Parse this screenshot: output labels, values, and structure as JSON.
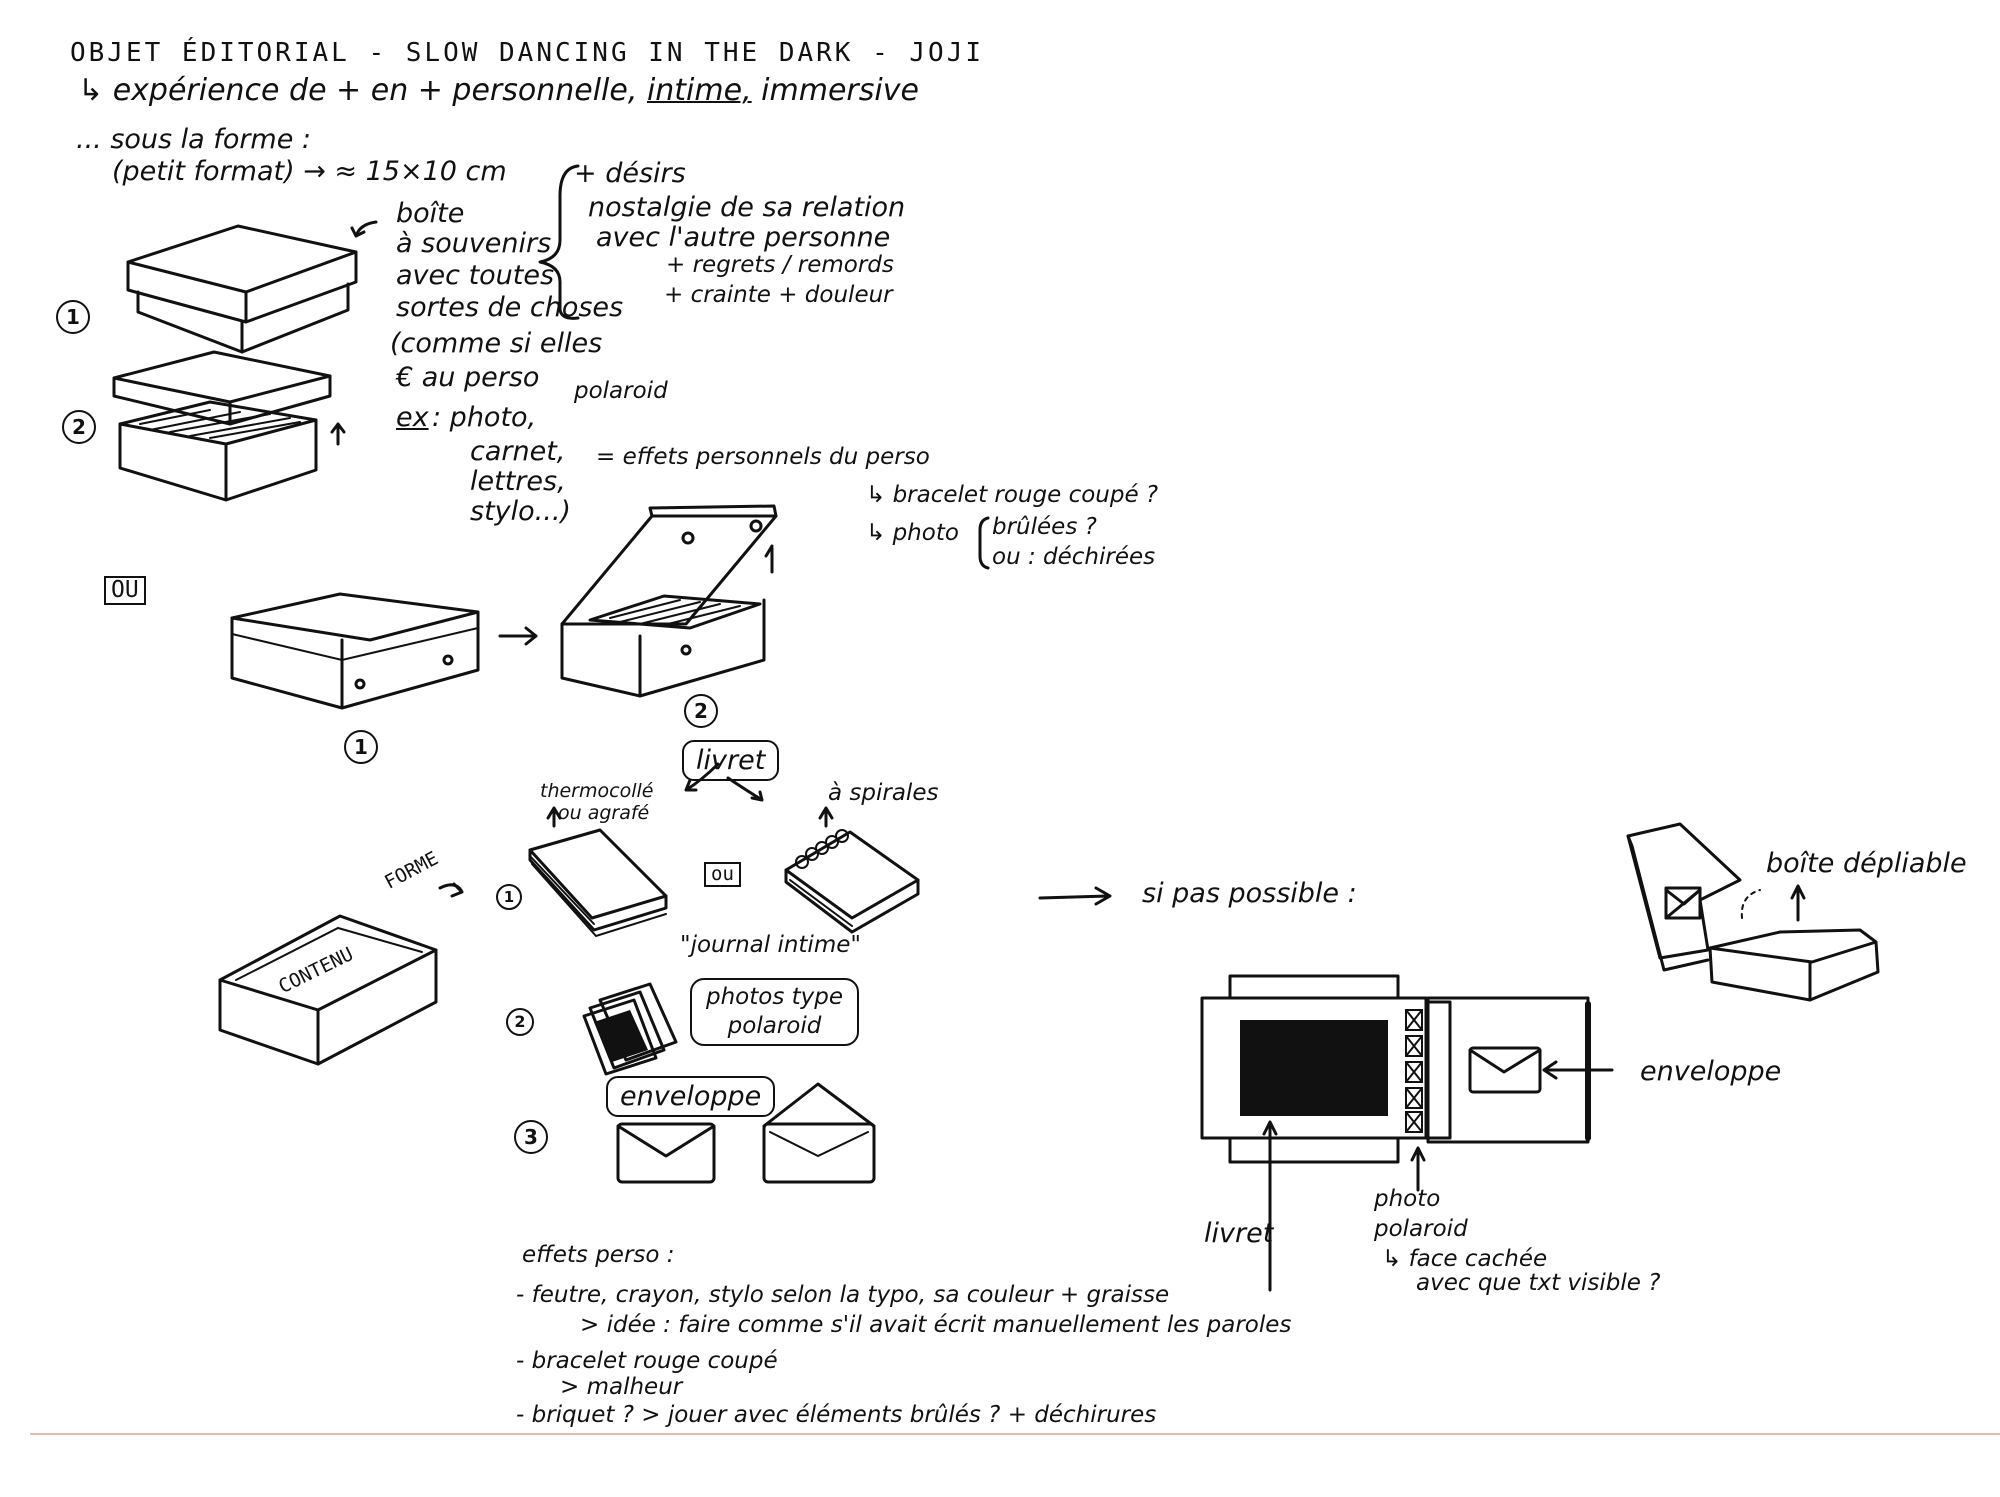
{
  "title": "OBJET ÉDITORIAL - SLOW DANCING IN THE DARK - JOJI",
  "subtitle": {
    "arrow": "↳",
    "pre": "expérience de + en + personnelle,",
    "em": "intime,",
    "post": "immersive"
  },
  "format": {
    "line1": "... sous la forme :",
    "line2": "(petit format) → ≈ 15×10 cm"
  },
  "feelings": [
    "+ désirs",
    "nostalgie de sa relation",
    "avec l'autre personne",
    "+ regrets / remords",
    "+ crainte + douleur"
  ],
  "box_notes": {
    "lines": [
      "boîte",
      "à souvenirs",
      "avec toutes",
      "sortes de choses",
      "(comme si elles",
      "€ au perso"
    ],
    "ex_label": "ex",
    "ex_items": [
      ": photo,",
      "carnet,",
      "lettres,",
      "stylo...)"
    ],
    "polaroid": "polaroid",
    "effets": "= effets personnels du perso",
    "bracelet": "↳ bracelet rouge coupé ?",
    "photo": "↳ photo",
    "photo_opts": [
      "brûlées ?",
      "ou : déchirées"
    ]
  },
  "ou": "OU",
  "numbers": [
    "1",
    "2",
    "3"
  ],
  "livret": {
    "label": "livret",
    "left": [
      "thermocollé",
      "ou agrafé"
    ],
    "right": "à spirales",
    "ou": "ou",
    "journal": "\"journal intime\""
  },
  "contenant": {
    "forme": "FORME",
    "contenu": "CONTENU"
  },
  "photos_label": [
    "photos type",
    "polaroid"
  ],
  "enveloppe_label": "enveloppe",
  "si_pas_possible": "si pas possible :",
  "boite_depliable": "boîte dépliable",
  "layout_labels": {
    "enveloppe": "enveloppe",
    "livret": "livret",
    "photo": [
      "photo",
      "polaroid"
    ],
    "face": [
      "↳ face cachée",
      "avec que txt visible ?"
    ]
  },
  "effets_perso": {
    "heading": "effets perso :",
    "lines": [
      "- feutre, crayon, stylo selon la typo, sa couleur + graisse",
      "> idée : faire comme s'il avait écrit manuellement les paroles",
      "- bracelet rouge coupé",
      "> malheur",
      "- briquet ? > jouer avec éléments brûlés ? + déchirures"
    ]
  }
}
